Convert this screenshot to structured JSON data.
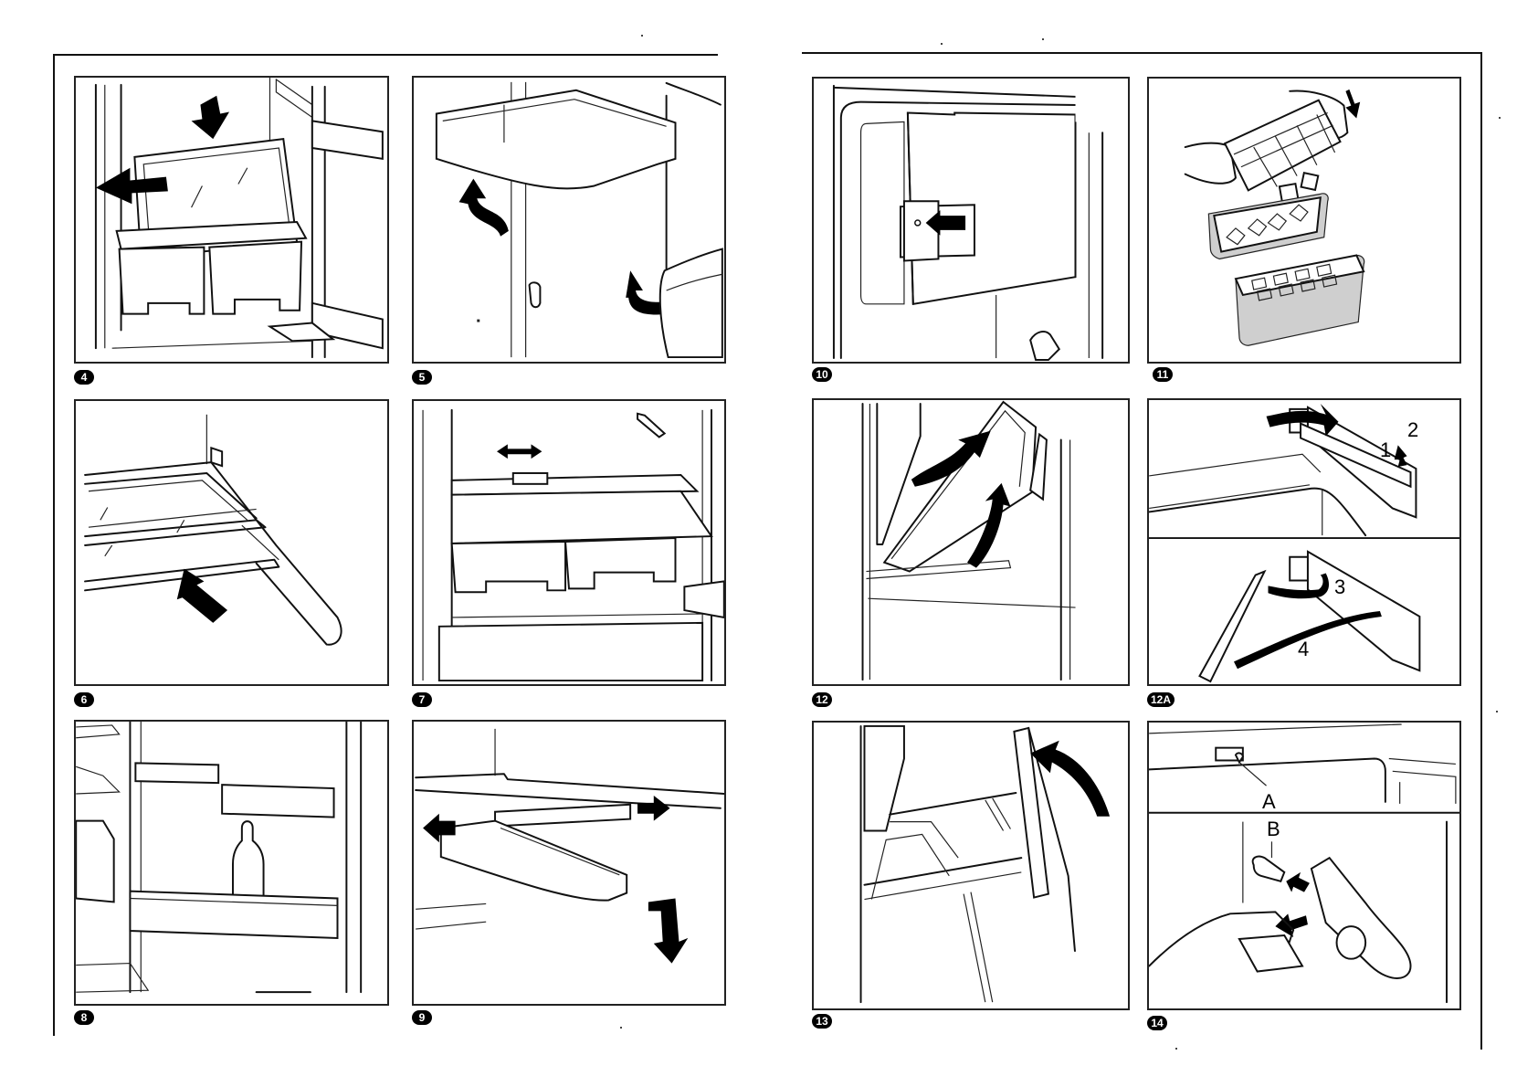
{
  "document": {
    "type": "appliance instruction manual illustrations",
    "pages": [
      {
        "side": "left",
        "figures": [
          {
            "id": "fig-4",
            "label": "4",
            "depicts": "removing glass shelf above crisper drawers"
          },
          {
            "id": "fig-5",
            "label": "5",
            "depicts": "lifting out door shelf/bin"
          },
          {
            "id": "fig-6",
            "label": "6",
            "depicts": "sliding glass shelf in"
          },
          {
            "id": "fig-7",
            "label": "7",
            "depicts": "adjusting shelf divider over crisper drawers"
          },
          {
            "id": "fig-8",
            "label": "8",
            "depicts": "door bins with bottle"
          },
          {
            "id": "fig-9",
            "label": "9",
            "depicts": "sliding drawer under shelf"
          }
        ]
      },
      {
        "side": "right",
        "figures": [
          {
            "id": "fig-10",
            "label": "10",
            "depicts": "pressing freezer compartment door latch"
          },
          {
            "id": "fig-11",
            "label": "11",
            "depicts": "emptying ice cube tray into ice box"
          },
          {
            "id": "fig-12",
            "label": "12",
            "depicts": "removing freezer compartment flap"
          },
          {
            "id": "fig-12a",
            "label": "12A",
            "depicts": "removing hinge bracket",
            "callouts": [
              "1",
              "2",
              "3",
              "4"
            ]
          },
          {
            "id": "fig-13",
            "label": "13",
            "depicts": "swinging door hinge"
          },
          {
            "id": "fig-14",
            "label": "14",
            "depicts": "replacing light bulb",
            "callouts": [
              "A",
              "B"
            ]
          }
        ]
      }
    ]
  },
  "colors": {
    "ink": "#000000",
    "paper": "#ffffff",
    "shade": "#cfcfcf"
  }
}
